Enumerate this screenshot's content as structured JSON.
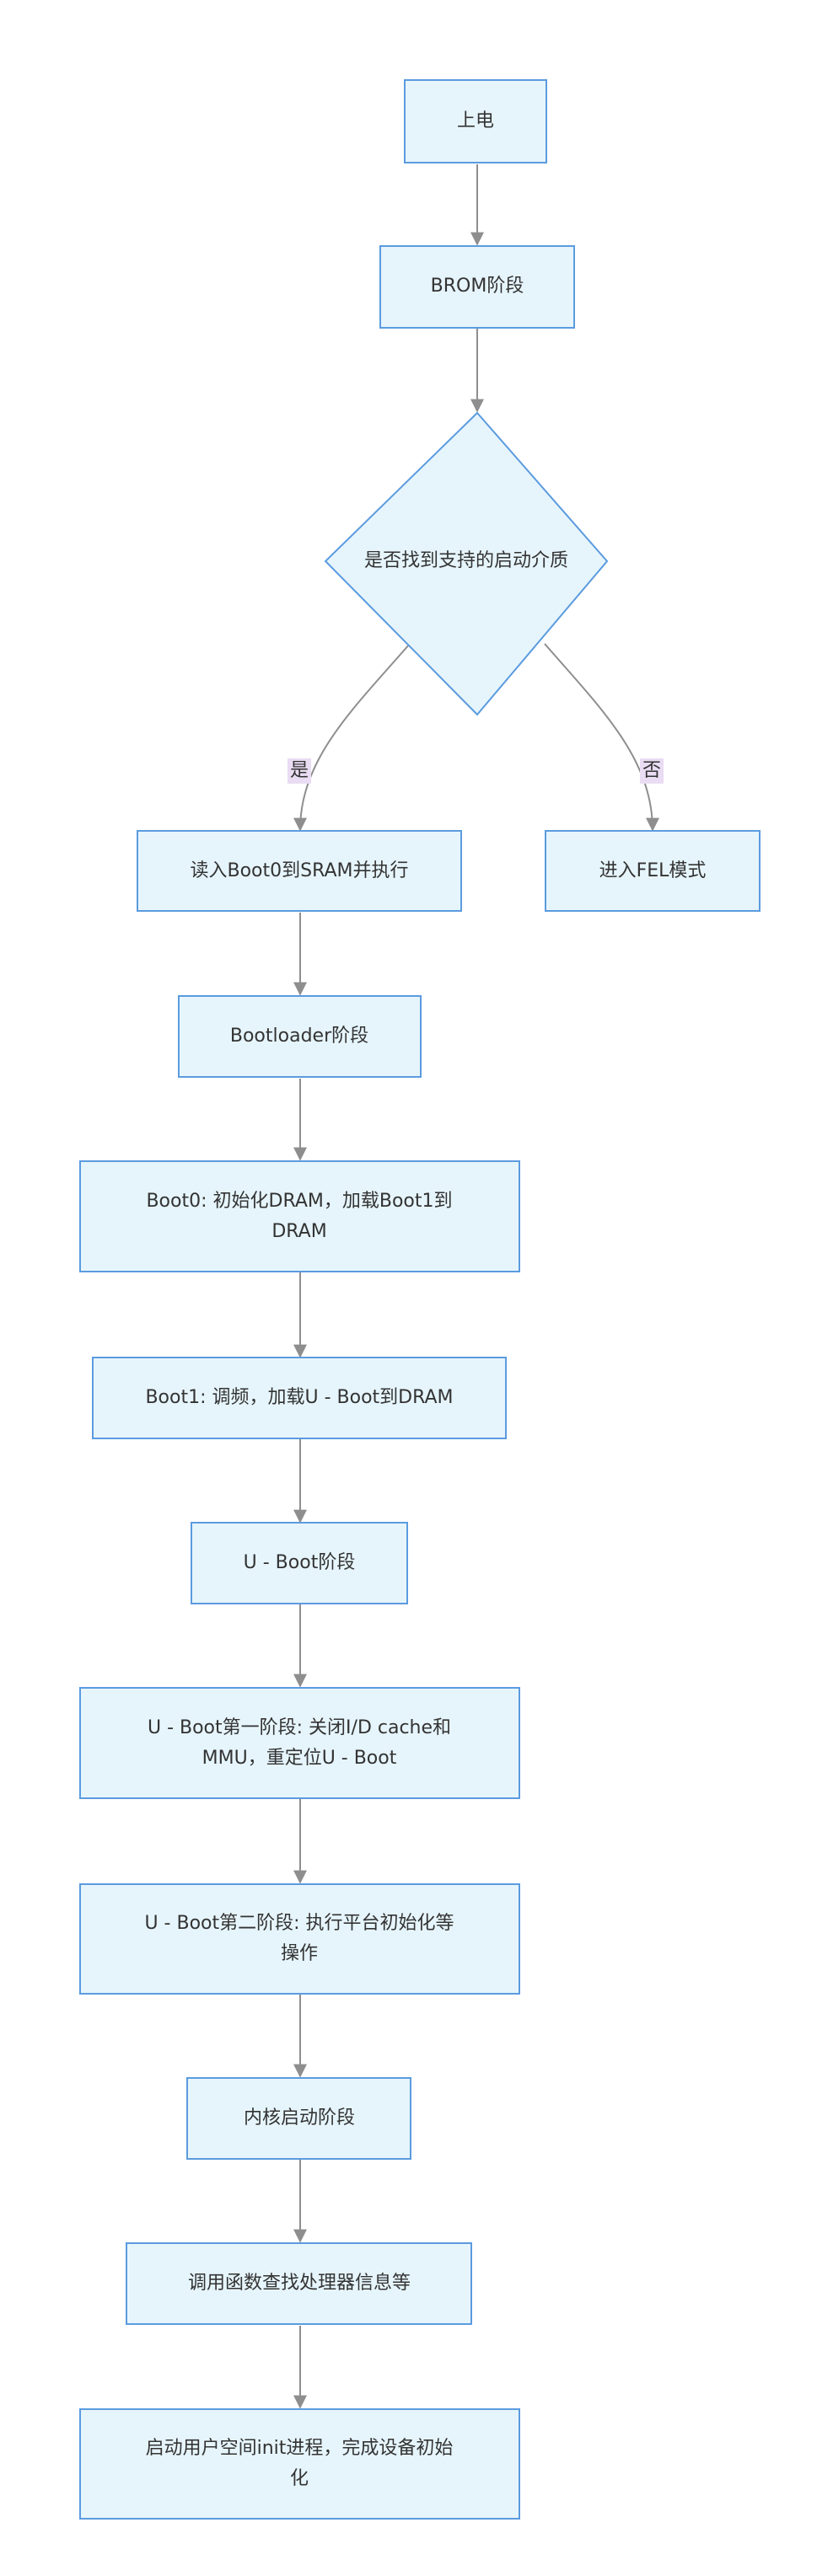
{
  "nodes": {
    "power_on": "上电",
    "brom": "BROM阶段",
    "decision": "是否找到支持的启动介质",
    "read_boot0": "读入Boot0到SRAM并执行",
    "fel": "进入FEL模式",
    "bootloader": "Bootloader阶段",
    "boot0_line1": "Boot0: 初始化DRAM，加载Boot1到",
    "boot0_line2": "DRAM",
    "boot1": "Boot1: 调频，加载U - Boot到DRAM",
    "uboot": "U - Boot阶段",
    "uboot1_line1": "U - Boot第一阶段: 关闭I/D cache和",
    "uboot1_line2": "MMU，重定位U - Boot",
    "uboot2_line1": "U - Boot第二阶段: 执行平台初始化等",
    "uboot2_line2": "操作",
    "kernel": "内核启动阶段",
    "call_func": "调用函数查找处理器信息等",
    "init_line1": "启动用户空间init进程，完成设备初始",
    "init_line2": "化"
  },
  "edge_labels": {
    "yes": "是",
    "no": "否"
  },
  "colors": {
    "node_fill": "#e6f5fc",
    "node_stroke": "#5b9bdf",
    "edge": "#8e8e8e",
    "label_bg": "#e9dcf3"
  }
}
